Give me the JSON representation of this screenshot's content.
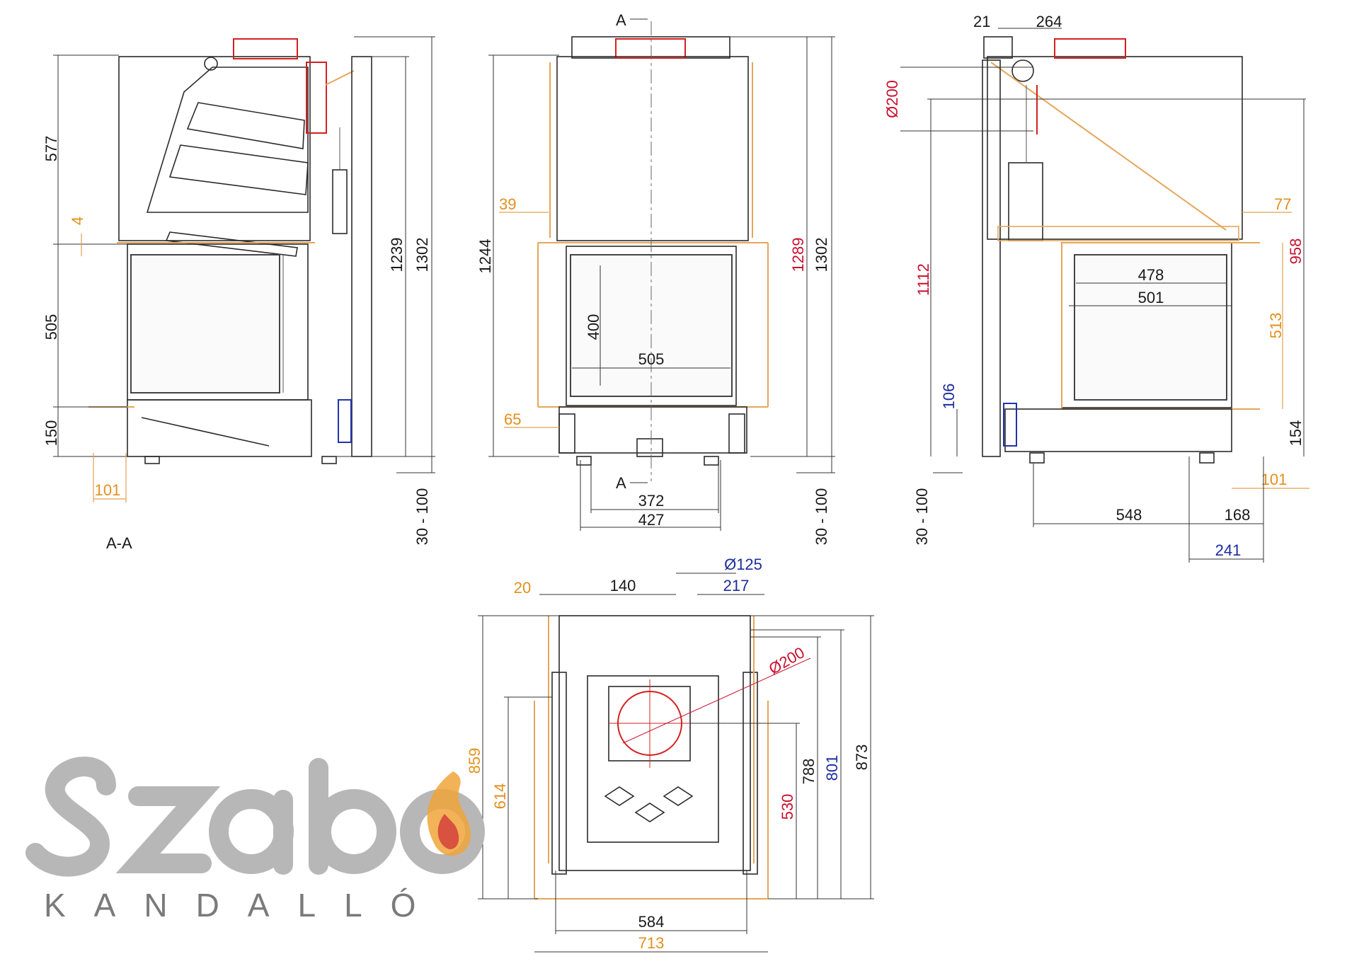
{
  "views": {
    "side_section": {
      "section_label": "A-A",
      "dims": {
        "d577": "577",
        "d4": "4",
        "d505": "505",
        "d150": "150",
        "d101": "101",
        "d1239": "1239",
        "d1302": "1302",
        "d30_100": "30 - 100"
      }
    },
    "front": {
      "section_marker_top": "A",
      "section_marker_bottom": "A",
      "dims": {
        "d39": "39",
        "d1244": "1244",
        "d65": "65",
        "d400": "400",
        "d505": "505",
        "d1289": "1289",
        "d1302": "1302",
        "d372": "372",
        "d427": "427",
        "d30_100": "30 - 100"
      }
    },
    "side": {
      "dims": {
        "d21": "21",
        "d264": "264",
        "d200": "Ø200",
        "d1112": "1112",
        "d77": "77",
        "d958": "958",
        "d478": "478",
        "d501": "501",
        "d513": "513",
        "d106": "106",
        "d154": "154",
        "d101": "101",
        "d548": "548",
        "d168": "168",
        "d241": "241",
        "d30_100": "30 - 100"
      }
    },
    "top": {
      "dims": {
        "d20": "20",
        "d140": "140",
        "d125": "Ø125",
        "d217": "217",
        "d200": "Ø200",
        "d859": "859",
        "d614": "614",
        "d530": "530",
        "d788": "788",
        "d801": "801",
        "d873": "873",
        "d584": "584",
        "d713": "713"
      }
    }
  },
  "logo": {
    "wordmark": "Szabó",
    "subtitle": "KANDALLÓ"
  },
  "colors": {
    "line": "#2b2b2b",
    "orange": "#e2901c",
    "red": "#c8102e",
    "blue": "#1d2c9e",
    "logo_grey": "#b7b7b7",
    "flame_orange": "#f0a53a"
  }
}
